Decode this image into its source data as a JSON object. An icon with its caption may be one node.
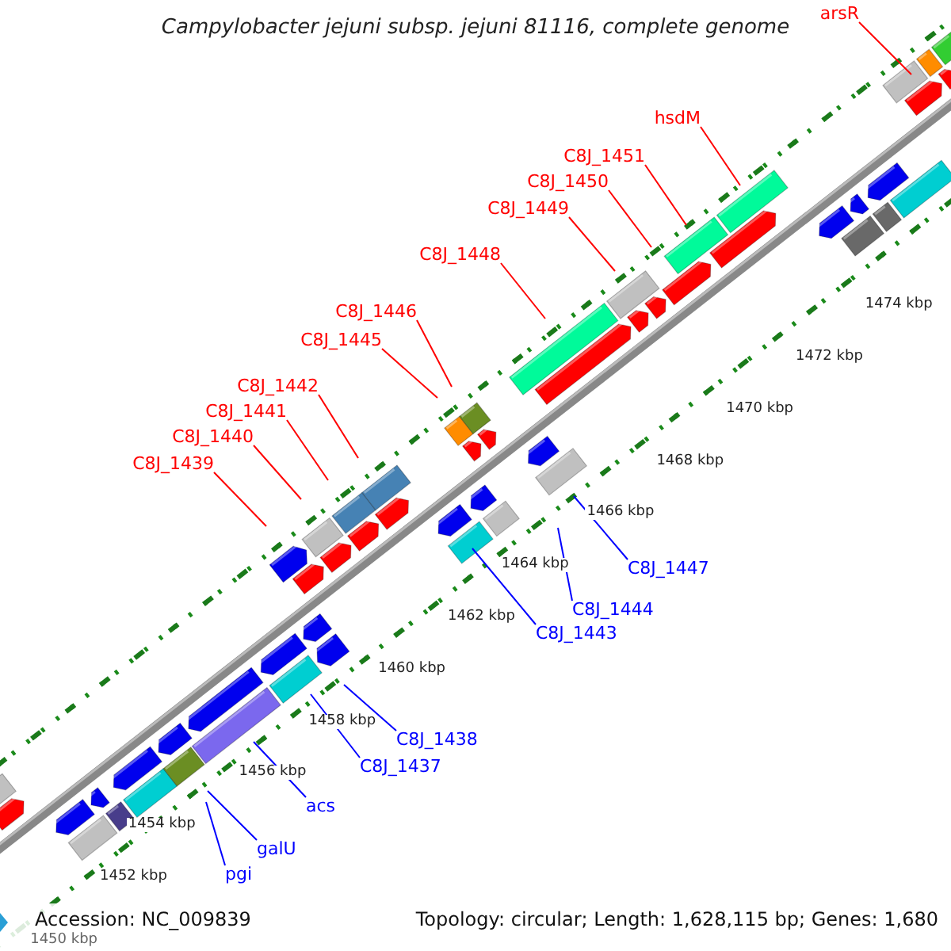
{
  "diagram": {
    "title": "Campylobacter jejuni subsp. jejuni 81116, complete genome",
    "nodes": [
      {
        "text": [
          "arsR"
        ]
      },
      {
        "text": [
          "hsdM"
        ]
      },
      {
        "text": [
          "C8J_1451"
        ]
      },
      {
        "text": [
          "C8J_1450"
        ]
      },
      {
        "text": [
          "C8J_1449"
        ]
      },
      {
        "text": [
          "C8J_1448"
        ]
      },
      {
        "text": [
          "C8J_1446"
        ]
      },
      {
        "text": [
          "C8J_1445"
        ]
      },
      {
        "text": [
          "C8J_1442"
        ]
      },
      {
        "text": [
          "C8J_1441"
        ]
      },
      {
        "text": [
          "C8J_1440"
        ]
      },
      {
        "text": [
          "C8J_1439"
        ]
      },
      {
        "text": [
          "C8J_1447"
        ]
      },
      {
        "text": [
          "C8J_1444"
        ]
      },
      {
        "text": [
          "C8J_1443"
        ]
      },
      {
        "text": [
          "C8J_1438"
        ]
      },
      {
        "text": [
          "C8J_1437"
        ]
      },
      {
        "text": [
          "acs"
        ]
      },
      {
        "text": [
          "galU"
        ]
      },
      {
        "text": [
          "pgi"
        ]
      }
    ],
    "edges": [
      {
        "from": 0,
        "to": null,
        "arrow": "none"
      },
      {
        "from": 1,
        "to": null,
        "arrow": "none"
      },
      {
        "from": 2,
        "to": null,
        "arrow": "none"
      },
      {
        "from": 3,
        "to": null,
        "arrow": "none"
      },
      {
        "from": 4,
        "to": null,
        "arrow": "none"
      },
      {
        "from": 5,
        "to": null,
        "arrow": "none"
      },
      {
        "from": 6,
        "to": null,
        "arrow": "none"
      },
      {
        "from": 7,
        "to": null,
        "arrow": "none"
      },
      {
        "from": 8,
        "to": null,
        "arrow": "none"
      },
      {
        "from": 9,
        "to": null,
        "arrow": "none"
      },
      {
        "from": 10,
        "to": null,
        "arrow": "none"
      },
      {
        "from": 11,
        "to": null,
        "arrow": "none"
      },
      {
        "from": 12,
        "to": null,
        "arrow": "none",
        "color": "#0000ff"
      },
      {
        "from": 13,
        "to": null,
        "arrow": "none",
        "color": "#0000ff"
      },
      {
        "from": 14,
        "to": null,
        "arrow": "none",
        "color": "#0000ff"
      },
      {
        "from": 15,
        "to": null,
        "arrow": "none",
        "color": "#0000ff"
      },
      {
        "from": 16,
        "to": null,
        "arrow": "none",
        "color": "#0000ff"
      },
      {
        "from": 17,
        "to": null,
        "arrow": "none",
        "color": "#0000ff"
      },
      {
        "from": 18,
        "to": null,
        "arrow": "none",
        "color": "#0000ff"
      },
      {
        "from": 19,
        "to": null,
        "arrow": "none",
        "color": "#0000ff"
      }
    ],
    "labels": [
      "1474 kbp",
      "1472 kbp",
      "1470 kbp",
      "1468 kbp",
      "1466 kbp",
      "1464 kbp",
      "1462 kbp",
      "1460 kbp",
      "1458 kbp",
      "1456 kbp",
      "1454 kbp",
      "1452 kbp",
      "1450 kbp",
      "Accession: NC_009839",
      "Topology: circular; Length: 1,628,115 bp; Genes: 1,680"
    ]
  }
}
